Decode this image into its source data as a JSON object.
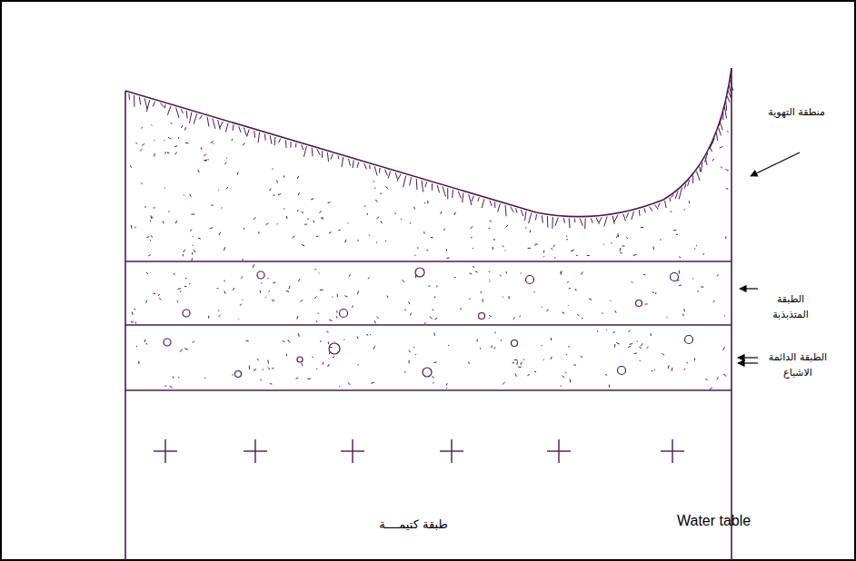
{
  "diagram": {
    "labels": [
      "منطقة التهوية",
      "الطبقة المتذبذبة",
      "الطبقة الدائمة الاشباع",
      "طبقة كتيمــــة",
      "Water table"
    ]
  }
}
